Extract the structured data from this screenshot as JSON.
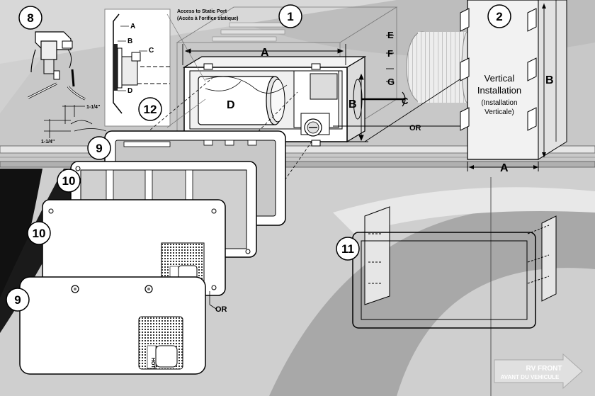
{
  "callouts": {
    "c1": "1",
    "c2": "2",
    "c8": "8",
    "c9a": "9",
    "c9b": "9",
    "c10a": "10",
    "c10b": "10",
    "c11": "11",
    "c12": "12"
  },
  "static_port": {
    "line1": "Access to Static Port",
    "line2": "(Accès à l'orifice statique)"
  },
  "detail12_letters": {
    "a": "A",
    "b": "B",
    "c": "C",
    "d": "D"
  },
  "dimensions": {
    "a_top": "A",
    "b_unit": "B",
    "d_label": "D",
    "e": "E",
    "f": "F",
    "g": "G",
    "c_pipe": "C",
    "or_top": "OR",
    "b_vertical": "B",
    "a_vertical": "A",
    "one_quarter_top": "1-1/4\"",
    "one_quarter_bottom": "1-1/4\""
  },
  "vertical_install": {
    "title_line1": "Vertical",
    "title_line2": "Installation",
    "sub_line1": "(Installation",
    "sub_line2": "Verticale)"
  },
  "door": {
    "or_label": "OR",
    "hot_text": "HOT"
  },
  "rv_front": {
    "line1": "RV FRONT",
    "line2": "AVANT DU VEHICULE"
  }
}
